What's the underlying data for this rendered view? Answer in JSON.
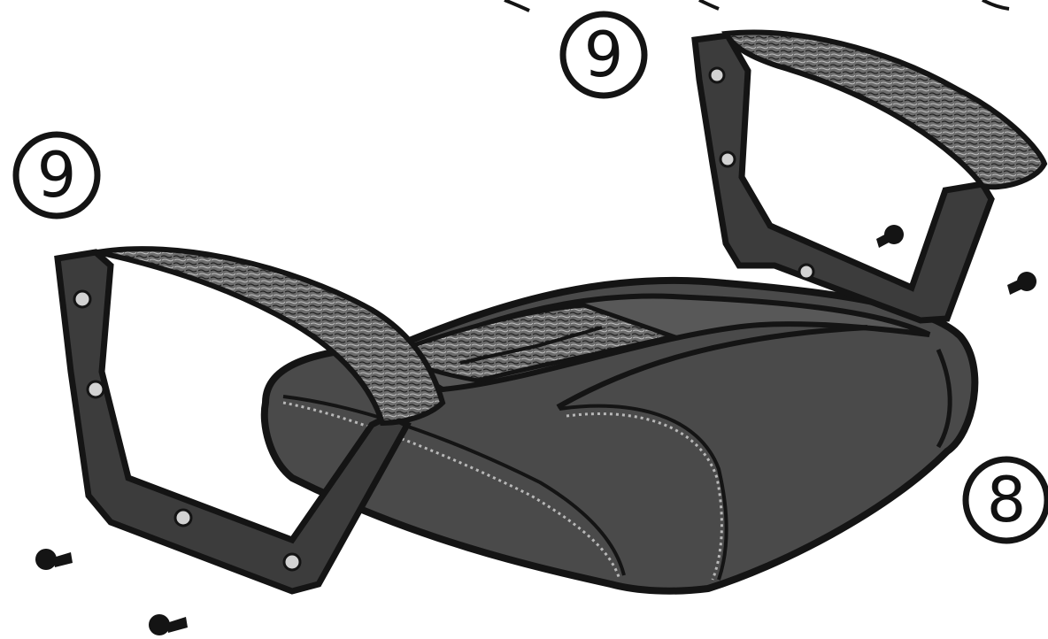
{
  "callouts": [
    {
      "id": "armrest-left",
      "label": "9"
    },
    {
      "id": "armrest-right",
      "label": "9"
    },
    {
      "id": "seat",
      "label": "8"
    }
  ],
  "colors": {
    "outline": "#141414",
    "seat_fill": "#4a4a4a",
    "seat_top": "#5a5a5a",
    "frame_fill": "#3c3c3c",
    "pad_fill": "#6a6a6a",
    "stitch": "#b8b8b8",
    "bolt_hole": "#d2d2d2"
  }
}
